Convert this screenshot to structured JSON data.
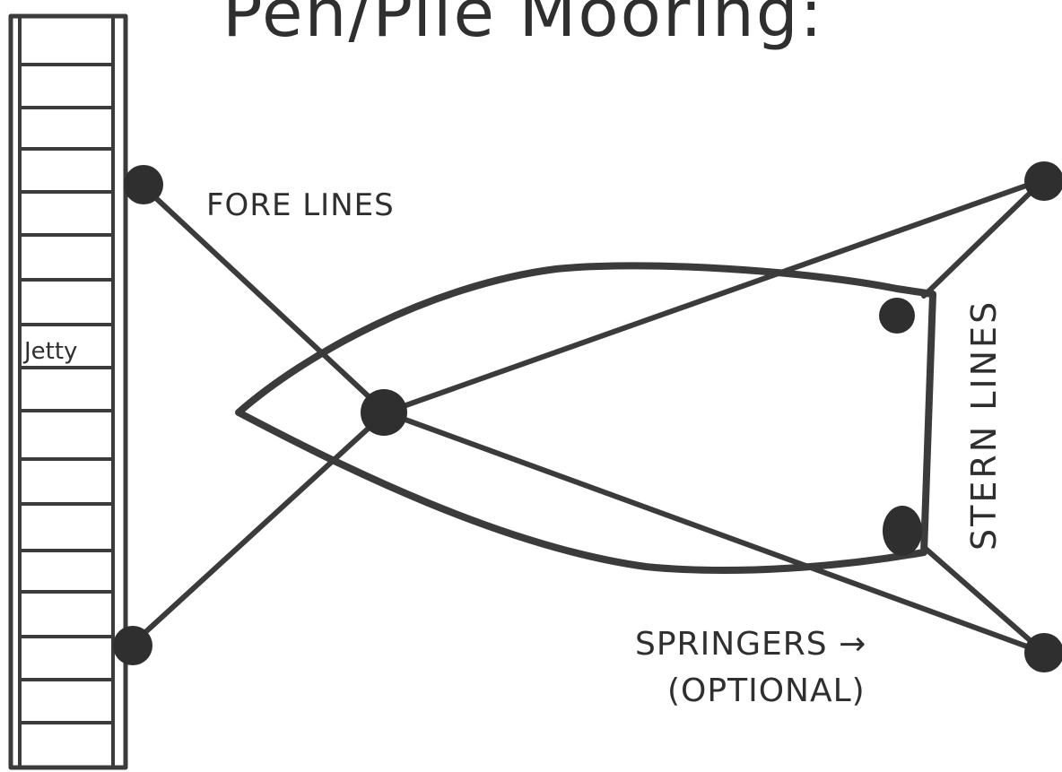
{
  "title": "Pen/Pile Mooring:",
  "jetty_label": "Jetty",
  "fore_lines_label": "FORE LINES",
  "stern_lines_label": "STERN LINES",
  "springers_label": "SPRINGERS →",
  "springers_optional_label": "(OPTIONAL)",
  "colors": {
    "ink": "#3b3b3b",
    "background": "#ffffff"
  }
}
